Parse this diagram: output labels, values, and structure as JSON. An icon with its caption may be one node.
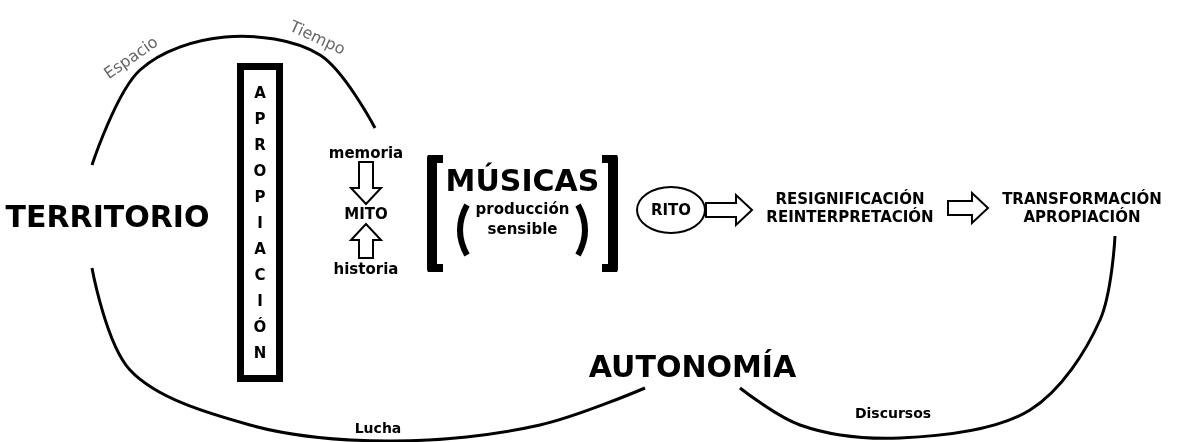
{
  "diagram": {
    "nodes": [
      {
        "text": [
          "TERRITORIO"
        ]
      },
      {
        "text": [
          "APROPIACIÓN"
        ]
      },
      {
        "text": [
          "memoria"
        ]
      },
      {
        "text": [
          "MITO"
        ]
      },
      {
        "text": [
          "historia"
        ]
      },
      {
        "text": [
          "MÚSICAS",
          "producción sensible"
        ]
      },
      {
        "text": [
          "RITO"
        ]
      },
      {
        "text": [
          "RESIGNIFICACIÓN REINTERPRETACIÓN"
        ]
      },
      {
        "text": [
          "TRANSFORMACIÓN APROPIACIÓN"
        ]
      },
      {
        "text": [
          "AUTONOMÍA"
        ]
      }
    ],
    "edges": [
      {
        "from": 0,
        "to": 2,
        "arrow": "none"
      },
      {
        "from": 0,
        "to": 9,
        "arrow": "none",
        "label": "Lucha"
      },
      {
        "from": 9,
        "to": 8,
        "arrow": "none",
        "label": "Discursos"
      },
      {
        "from": 2,
        "to": 3,
        "arrow": "to"
      },
      {
        "from": 4,
        "to": 3,
        "arrow": "to"
      },
      {
        "from": 6,
        "to": 7,
        "arrow": "to"
      },
      {
        "from": 7,
        "to": 8,
        "arrow": "to"
      }
    ],
    "labels": [
      "Espacio",
      "Tiempo"
    ]
  }
}
